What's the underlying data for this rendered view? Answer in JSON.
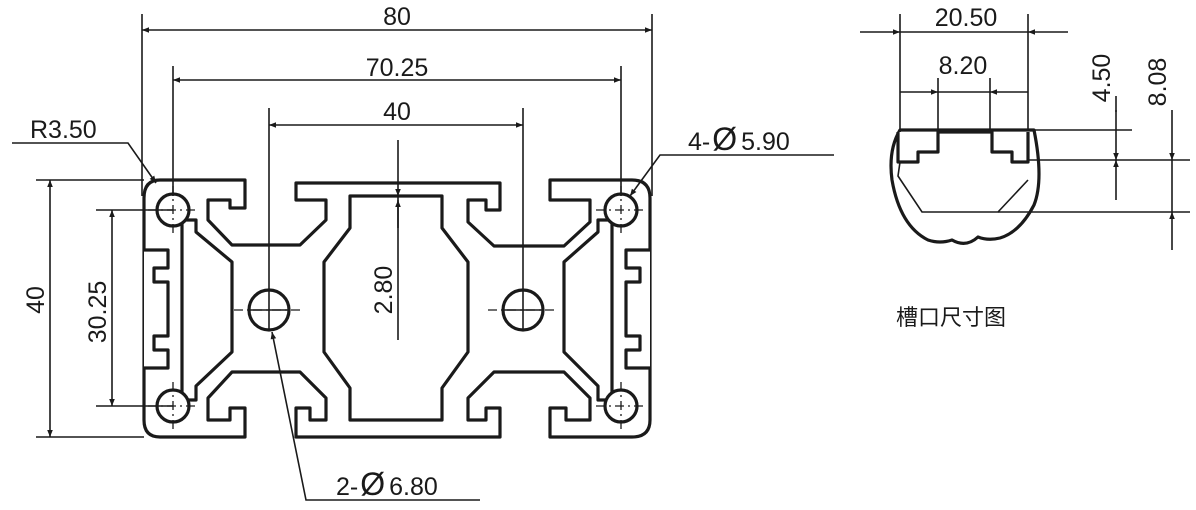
{
  "main_view": {
    "dim_width": "80",
    "dim_hole_spacing_x": "70.25",
    "dim_center_spacing": "40",
    "dim_height": "40",
    "dim_hole_spacing_y": "30.25",
    "dim_wall": "2.80",
    "corner_radius": "R3.50",
    "small_holes_prefix": "4-",
    "small_holes_value": "5.90",
    "center_holes_prefix": "2-",
    "center_holes_value": "6.80",
    "diameter_symbol": "Ø"
  },
  "slot_view": {
    "dim_outer": "20.50",
    "dim_opening": "8.20",
    "dim_lip_depth": "4.50",
    "dim_total_depth": "8.08",
    "caption": "槽口尺寸图"
  }
}
